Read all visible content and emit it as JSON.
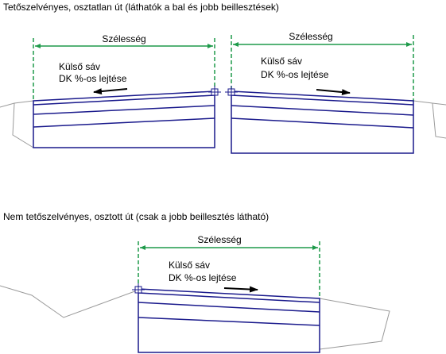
{
  "top_diagram": {
    "caption": "Tetőszelvényes, osztatlan út (láthatók a bal és jobb beillesztések)",
    "left": {
      "width_label": "Szélesség",
      "lane_label_1": "Külső sáv",
      "lane_label_2": "DK %-os lejtése"
    },
    "right": {
      "width_label": "Szélesség",
      "lane_label_1": "Külső sáv",
      "lane_label_2": "DK %-os lejtése"
    }
  },
  "bottom_diagram": {
    "caption": "Nem tetőszelvényes, osztott út (csak a jobb beillesztés látható)",
    "width_label": "Szélesség",
    "lane_label_1": "Külső sáv",
    "lane_label_2": "DK %-os lejtése"
  },
  "colors": {
    "dimension": "#1e9a4a",
    "pavement": "#1a1a8c",
    "ground": "#9a9a9a",
    "arrow": "#000000",
    "marker": "#1a1a8c"
  }
}
